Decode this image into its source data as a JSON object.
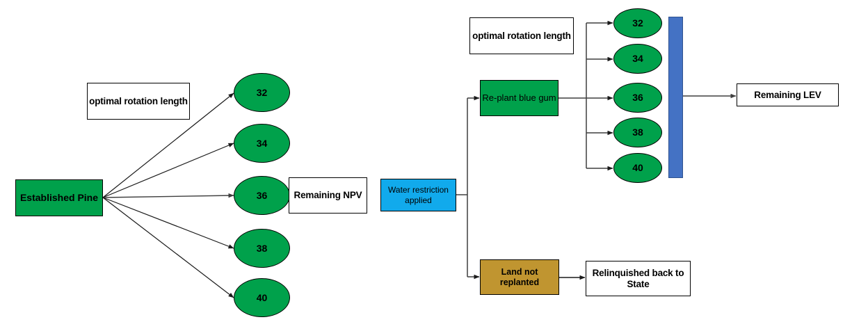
{
  "diagram": {
    "title": "Forestry decision tree: Established Pine rotation and water restriction scenarios",
    "colors": {
      "green": "#00a14b",
      "blue": "#11aaec",
      "gold": "#c09530",
      "bar_blue": "#4472c4",
      "outline": "#000000",
      "background": "#ffffff"
    },
    "left_branch": {
      "source": {
        "label": "Established Pine"
      },
      "annotation": {
        "label": "optimal rotation length"
      },
      "rotation_options": [
        {
          "label": "32"
        },
        {
          "label": "34"
        },
        {
          "label": "36"
        },
        {
          "label": "38"
        },
        {
          "label": "40"
        }
      ],
      "outcome": {
        "label": "Remaining NPV"
      }
    },
    "right_branch": {
      "trigger": {
        "label": "Water restriction applied"
      },
      "paths": [
        {
          "label": "Re-plant blue gum"
        },
        {
          "label": "Land not replanted"
        }
      ],
      "annotation": {
        "label": "optimal rotation length"
      },
      "rotation_options": [
        {
          "label": "32"
        },
        {
          "label": "34"
        },
        {
          "label": "36"
        },
        {
          "label": "38"
        },
        {
          "label": "40"
        }
      ],
      "outcomes": [
        {
          "label": "Remaining LEV"
        },
        {
          "label": "Relinquished back to State"
        }
      ]
    }
  }
}
